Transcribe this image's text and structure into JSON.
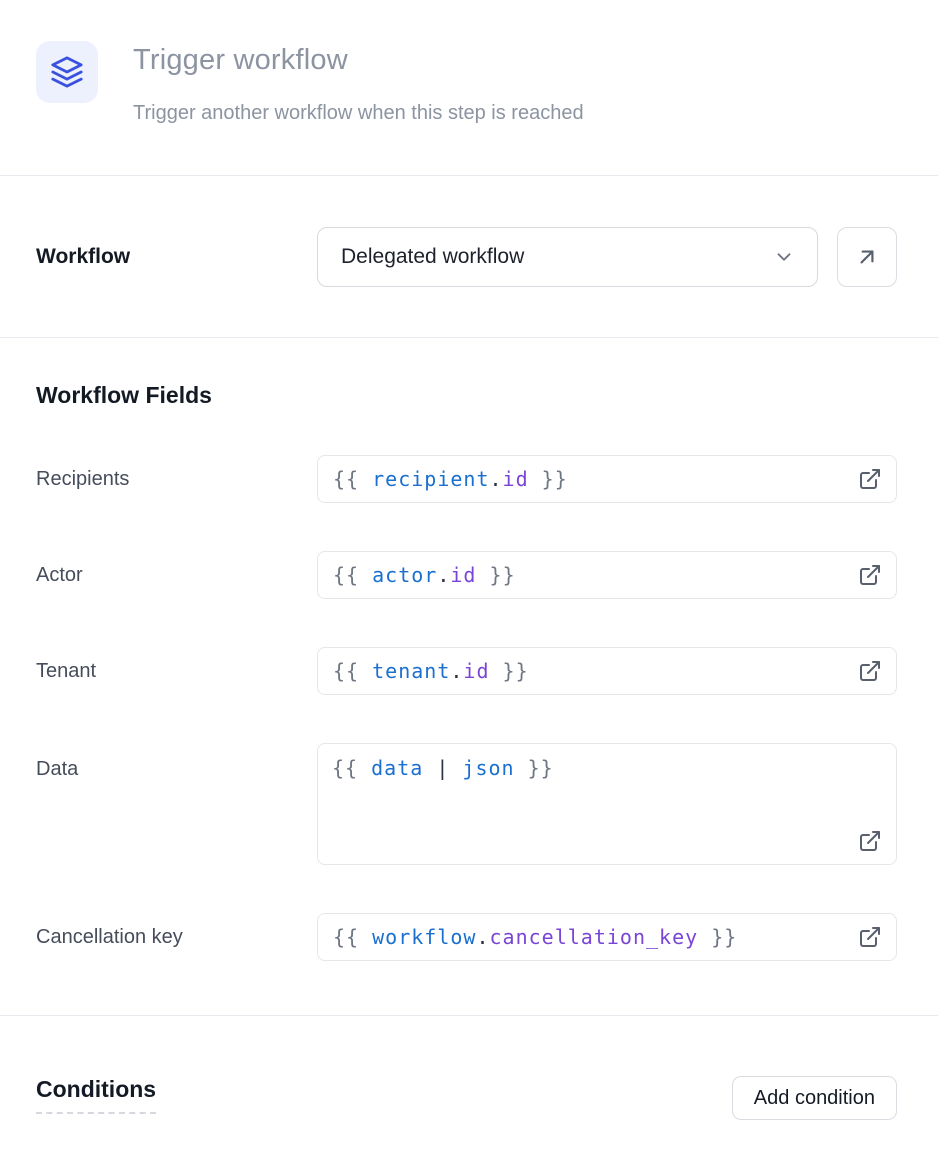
{
  "header": {
    "icon": "layers-icon",
    "title": "Trigger workflow",
    "subtitle": "Trigger another workflow when this step is reached"
  },
  "workflow_selector": {
    "label": "Workflow",
    "selected_option": "Delegated workflow",
    "open_button_icon": "arrow-up-right-icon"
  },
  "workflow_fields": {
    "heading": "Workflow Fields",
    "fields": [
      {
        "label": "Recipients",
        "multiline": false,
        "tokens": [
          {
            "t": "{{ ",
            "c": "brace"
          },
          {
            "t": "recipient",
            "c": "var"
          },
          {
            "t": ".",
            "c": "punct"
          },
          {
            "t": "id",
            "c": "prop"
          },
          {
            "t": " }}",
            "c": "brace"
          }
        ]
      },
      {
        "label": "Actor",
        "multiline": false,
        "tokens": [
          {
            "t": "{{ ",
            "c": "brace"
          },
          {
            "t": "actor",
            "c": "var"
          },
          {
            "t": ".",
            "c": "punct"
          },
          {
            "t": "id",
            "c": "prop"
          },
          {
            "t": " }}",
            "c": "brace"
          }
        ]
      },
      {
        "label": "Tenant",
        "multiline": false,
        "tokens": [
          {
            "t": "{{ ",
            "c": "brace"
          },
          {
            "t": "tenant",
            "c": "var"
          },
          {
            "t": ".",
            "c": "punct"
          },
          {
            "t": "id",
            "c": "prop"
          },
          {
            "t": " }}",
            "c": "brace"
          }
        ]
      },
      {
        "label": "Data",
        "multiline": true,
        "tokens": [
          {
            "t": "{{ ",
            "c": "brace"
          },
          {
            "t": "data",
            "c": "var"
          },
          {
            "t": " | ",
            "c": "punct"
          },
          {
            "t": "json",
            "c": "var"
          },
          {
            "t": " }}",
            "c": "brace"
          }
        ]
      },
      {
        "label": "Cancellation key",
        "multiline": false,
        "tokens": [
          {
            "t": "{{ ",
            "c": "brace"
          },
          {
            "t": "workflow",
            "c": "var"
          },
          {
            "t": ".",
            "c": "punct"
          },
          {
            "t": "cancellation_key",
            "c": "prop"
          },
          {
            "t": " }}",
            "c": "brace"
          }
        ]
      }
    ]
  },
  "conditions": {
    "heading": "Conditions",
    "add_button_label": "Add condition"
  },
  "colors": {
    "accent_blue": "#3a51e0",
    "icon_background": "#edf1fd",
    "code_variable": "#1a6fd0",
    "code_property": "#7a45d6",
    "code_brace": "#6e7683",
    "code_punctuation": "#2a3240",
    "muted_text": "#8c93a1",
    "dark_text": "#141a24",
    "divider": "#e8e9ee"
  }
}
